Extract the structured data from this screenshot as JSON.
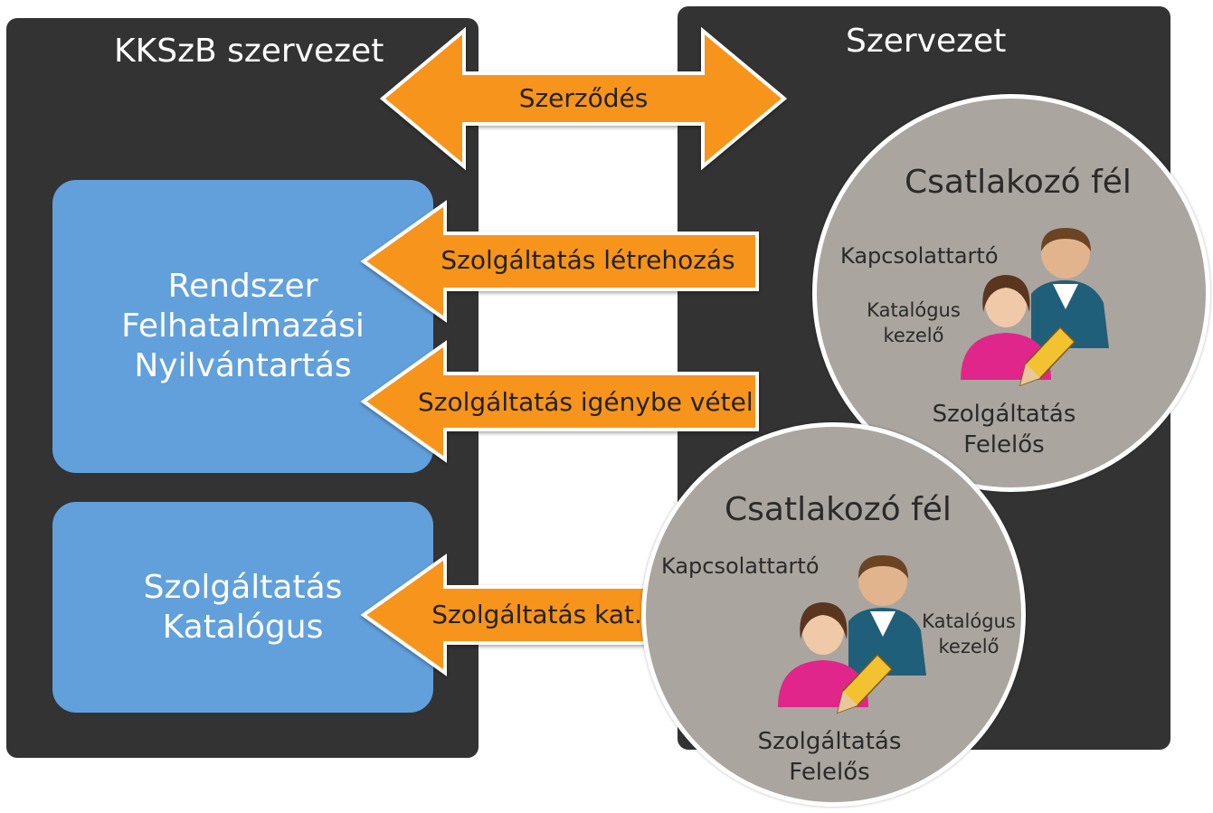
{
  "left_panel": {
    "title": "KKSzB szervezet",
    "system_box": {
      "lines": [
        "Rendszer",
        "Felhatalmazási",
        "Nyilvántartás"
      ]
    },
    "catalog_box": {
      "lines": [
        "Szolgáltatás",
        "Katalógus"
      ]
    }
  },
  "right_panel": {
    "title": "Szervezet"
  },
  "arrows": {
    "contract": "Szerződés",
    "service_create": "Szolgáltatás létrehozás",
    "service_use": "Szolgáltatás igénybe vétel",
    "catalog_manage": "Szolgáltatás kat. kezelés"
  },
  "parties": [
    {
      "title": "Csatlakozó fél",
      "contact": "Kapcsolattartó",
      "catalog_manager": [
        "Katalógus",
        "kezelő"
      ],
      "responsible": [
        "Szolgáltatás",
        "Felelős"
      ]
    },
    {
      "title": "Csatlakozó fél",
      "contact": "Kapcsolattartó",
      "catalog_manager": [
        "Katalógus",
        "kezelő"
      ],
      "responsible": [
        "Szolgáltatás",
        "Felelős"
      ]
    }
  ],
  "colors": {
    "panel": "#333333",
    "box": "#62a0dc",
    "arrow": "#f7941d",
    "circle": "#aba59f"
  },
  "icons": [
    "people-icon",
    "pencil-icon"
  ]
}
